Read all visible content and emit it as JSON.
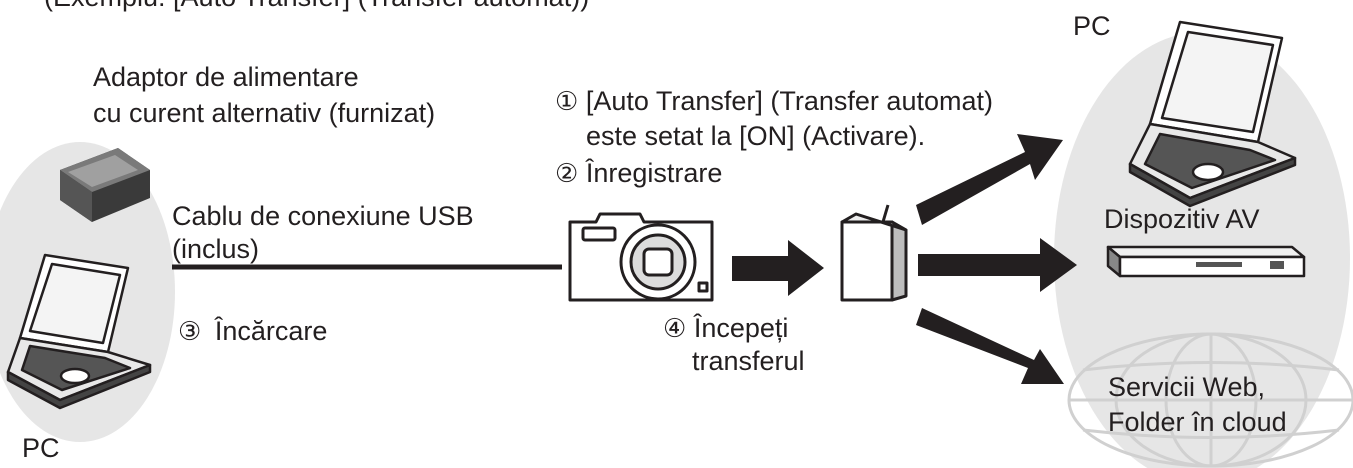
{
  "top_fragment": "(Exemplu: [Auto Transfer] (Transfer automat))",
  "left": {
    "pc_label": "PC",
    "adapter_line1": "Adaptor de alimentare",
    "adapter_line2": "cu curent alternativ (furnizat)",
    "usb_line1": "Cablu de conexiune USB",
    "usb_line2": "(inclus)",
    "step3_num": "③",
    "step3_text": "Încărcare"
  },
  "steps": {
    "s1_num": "①",
    "s1_line1": "[Auto Transfer] (Transfer automat)",
    "s1_line2": "este setat la [ON] (Activare).",
    "s2_num": "②",
    "s2_text": "Înregistrare",
    "s4_num": "④",
    "s4_line1": "Începeți",
    "s4_line2": "transferul"
  },
  "right": {
    "pc_label": "PC",
    "av_label": "Dispozitiv AV",
    "web_line1": "Servicii Web,",
    "web_line2": "Folder în cloud"
  },
  "colors": {
    "ellipse": "#e6e6e6",
    "arrow": "#231f20",
    "device_body": "#ffffff",
    "device_stroke": "#231f20",
    "device_dark": "#3a3a3a",
    "globe": "#d9d9d9"
  },
  "icons": [
    "ac-adapter-icon",
    "laptop-icon",
    "camera-icon",
    "wireless-router-icon",
    "av-recorder-icon",
    "globe-icon",
    "arrow-icon"
  ]
}
